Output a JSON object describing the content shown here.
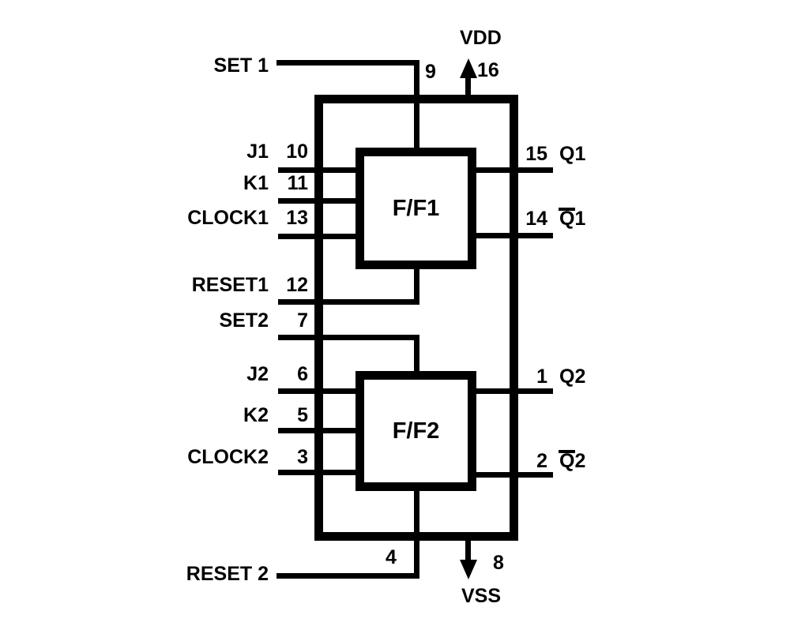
{
  "diagram": {
    "type": "ic-functional-diagram",
    "colors": {
      "ink": "#000000",
      "background": "#ffffff"
    },
    "blocks": [
      {
        "label": "F/F1"
      },
      {
        "label": "F/F2"
      }
    ],
    "power_top": {
      "label": "VDD",
      "pin": "16"
    },
    "power_bottom": {
      "label": "VSS",
      "pin": "8"
    },
    "left_pins": [
      {
        "label": "SET 1",
        "pin": "9"
      },
      {
        "label": "J1",
        "pin": "10"
      },
      {
        "label": "K1",
        "pin": "11"
      },
      {
        "label": "CLOCK1",
        "pin": "13"
      },
      {
        "label": "RESET1",
        "pin": "12"
      },
      {
        "label": "SET2",
        "pin": "7"
      },
      {
        "label": "J2",
        "pin": "6"
      },
      {
        "label": "K2",
        "pin": "5"
      },
      {
        "label": "CLOCK2",
        "pin": "3"
      },
      {
        "label": "RESET 2",
        "pin": "4"
      }
    ],
    "right_pins": [
      {
        "pin": "15",
        "label": "Q1"
      },
      {
        "pin": "14",
        "label_base": "Q",
        "label_suffix": "1"
      },
      {
        "pin": "1",
        "label": "Q2"
      },
      {
        "pin": "2",
        "label_base": "Q",
        "label_suffix": "2"
      }
    ]
  }
}
